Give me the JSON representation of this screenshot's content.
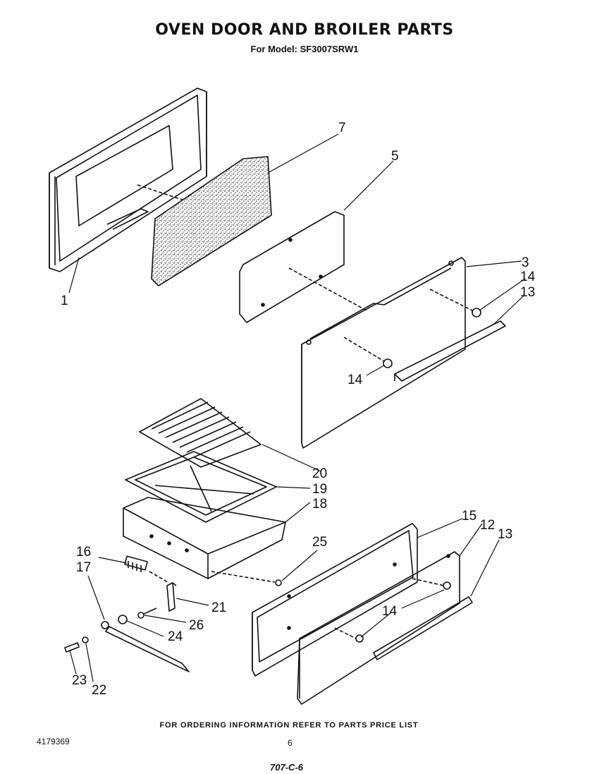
{
  "header": {
    "title": "OVEN DOOR AND BROILER PARTS",
    "model_line": "For Model: SF3007SRW1"
  },
  "callouts": {
    "c1": "1",
    "c3": "3",
    "c5": "5",
    "c7": "7",
    "c12": "12",
    "c13a": "13",
    "c13b": "13",
    "c14a": "14",
    "c14b": "14",
    "c14c": "14",
    "c15": "15",
    "c16": "16",
    "c17": "17",
    "c18": "18",
    "c19": "19",
    "c20": "20",
    "c21": "21",
    "c22": "22",
    "c23": "23",
    "c24": "24",
    "c25": "25",
    "c26": "26"
  },
  "footer": {
    "ordering_note": "FOR ORDERING INFORMATION REFER TO PARTS PRICE LIST",
    "doc_number": "4179369",
    "page_number": "6",
    "handwritten_code": "707-C-6"
  }
}
